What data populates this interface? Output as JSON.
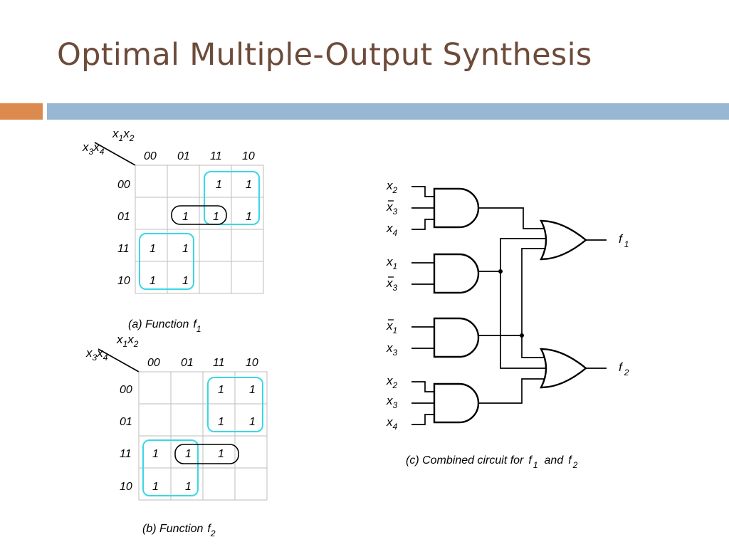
{
  "slide": {
    "title": "Optimal Multiple-Output Synthesis",
    "colors": {
      "title": "#6d4b3a",
      "accent_orange": "#dd8a4f",
      "accent_blue": "#97b7d3",
      "cyan_group": "#38d8e6"
    }
  },
  "kmap_a": {
    "row_vars": {
      "v1": "x",
      "s1": "3",
      "v2": "x",
      "s2": "4"
    },
    "col_vars": {
      "v1": "x",
      "s1": "1",
      "v2": "x",
      "s2": "2"
    },
    "col_labels": [
      "00",
      "01",
      "11",
      "10"
    ],
    "row_labels": [
      "00",
      "01",
      "11",
      "10"
    ],
    "cells": [
      [
        "",
        "",
        "1",
        "1"
      ],
      [
        "",
        "1",
        "1",
        "1"
      ],
      [
        "1",
        "1",
        "",
        ""
      ],
      [
        "1",
        "1",
        "",
        ""
      ]
    ],
    "caption": {
      "text": "(a) Function",
      "fn": "f",
      "sub": "1"
    }
  },
  "kmap_b": {
    "row_vars": {
      "v1": "x",
      "s1": "3",
      "v2": "x",
      "s2": "4"
    },
    "col_vars": {
      "v1": "x",
      "s1": "1",
      "v2": "x",
      "s2": "2"
    },
    "col_labels": [
      "00",
      "01",
      "11",
      "10"
    ],
    "row_labels": [
      "00",
      "01",
      "11",
      "10"
    ],
    "cells": [
      [
        "",
        "",
        "1",
        "1"
      ],
      [
        "",
        "",
        "1",
        "1"
      ],
      [
        "1",
        "1",
        "1",
        ""
      ],
      [
        "1",
        "1",
        "",
        ""
      ]
    ],
    "caption": {
      "text": "(b) Function",
      "fn": "f",
      "sub": "2"
    }
  },
  "circuit": {
    "inputs": [
      {
        "v": "x",
        "sub": "2",
        "bar": false
      },
      {
        "v": "x",
        "sub": "3",
        "bar": true
      },
      {
        "v": "x",
        "sub": "4",
        "bar": false
      },
      {
        "v": "x",
        "sub": "1",
        "bar": false
      },
      {
        "v": "x",
        "sub": "3",
        "bar": true
      },
      {
        "v": "x",
        "sub": "1",
        "bar": true
      },
      {
        "v": "x",
        "sub": "3",
        "bar": false
      },
      {
        "v": "x",
        "sub": "2",
        "bar": false
      },
      {
        "v": "x",
        "sub": "3",
        "bar": false
      },
      {
        "v": "x",
        "sub": "4",
        "bar": false
      }
    ],
    "outputs": [
      {
        "v": "f",
        "sub": "1"
      },
      {
        "v": "f",
        "sub": "2"
      }
    ],
    "caption": {
      "text": "(c) Combined circuit for",
      "f1": "f",
      "s1": "1",
      "and": "and",
      "f2": "f",
      "s2": "2"
    }
  }
}
